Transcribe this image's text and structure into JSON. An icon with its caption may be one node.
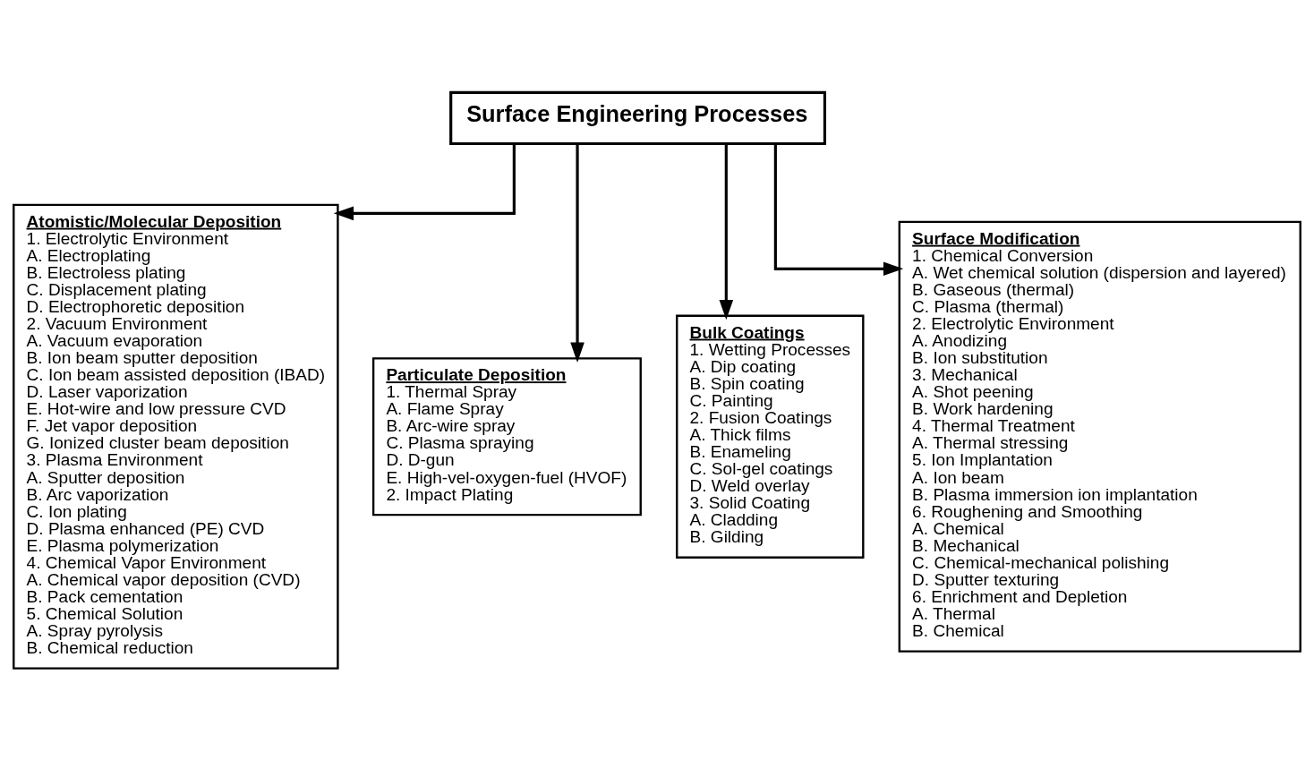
{
  "diagram": {
    "nodes": [
      {
        "text": [
          "Surface Engineering Processes"
        ]
      },
      {
        "text": [
          "Atomistic/Molecular Deposition",
          "1. Electrolytic Environment",
          "A. Electroplating",
          "B. Electroless plating",
          "C. Displacement plating",
          "D. Electrophoretic deposition",
          "2. Vacuum Environment",
          "A. Vacuum evaporation",
          "B. Ion beam sputter deposition",
          "C. Ion beam assisted deposition (IBAD)",
          "D. Laser vaporization",
          "E. Hot-wire and low pressure CVD",
          "F. Jet vapor deposition",
          "G. Ionized cluster beam deposition",
          "3. Plasma Environment",
          "A. Sputter deposition",
          "B. Arc vaporization",
          "C. Ion plating",
          "D. Plasma enhanced (PE) CVD",
          "E. Plasma polymerization",
          "4. Chemical Vapor Environment",
          "A. Chemical vapor deposition (CVD)",
          "B. Pack cementation",
          "5. Chemical Solution",
          "A. Spray pyrolysis",
          "B. Chemical reduction"
        ]
      },
      {
        "text": [
          "Particulate Deposition",
          "1. Thermal Spray",
          "A. Flame Spray",
          "B. Arc-wire spray",
          "C. Plasma spraying",
          "D. D-gun",
          "E. High-vel-oxygen-fuel (HVOF)",
          "2. Impact Plating"
        ]
      },
      {
        "text": [
          "Bulk Coatings",
          "1. Wetting Processes",
          "A. Dip coating",
          "B. Spin coating",
          "C. Painting",
          "2. Fusion Coatings",
          "A. Thick films",
          "B. Enameling",
          "C. Sol-gel coatings",
          "D. Weld overlay",
          "3. Solid Coating",
          "A. Cladding",
          "B. Gilding"
        ]
      },
      {
        "text": [
          "Surface Modification",
          "1. Chemical Conversion",
          "A. Wet chemical solution (dispersion and layered)",
          "B. Gaseous (thermal)",
          "C. Plasma (thermal)",
          "2. Electrolytic Environment",
          "A. Anodizing",
          "B. Ion substitution",
          "3. Mechanical",
          "A. Shot peening",
          "B. Work hardening",
          "4. Thermal Treatment",
          "A. Thermal stressing",
          "5. Ion Implantation",
          "A. Ion beam",
          "B. Plasma immersion ion implantation",
          "6. Roughening and Smoothing",
          "A. Chemical",
          "B. Mechanical",
          "C. Chemical-mechanical polishing",
          "D. Sputter texturing",
          "6. Enrichment and Depletion",
          "A. Thermal",
          "B. Chemical"
        ]
      }
    ],
    "edges": [
      {
        "from": 0,
        "to": 1,
        "arrow": "to"
      },
      {
        "from": 0,
        "to": 2,
        "arrow": "to"
      },
      {
        "from": 0,
        "to": 3,
        "arrow": "to"
      },
      {
        "from": 0,
        "to": 4,
        "arrow": "to"
      }
    ]
  }
}
